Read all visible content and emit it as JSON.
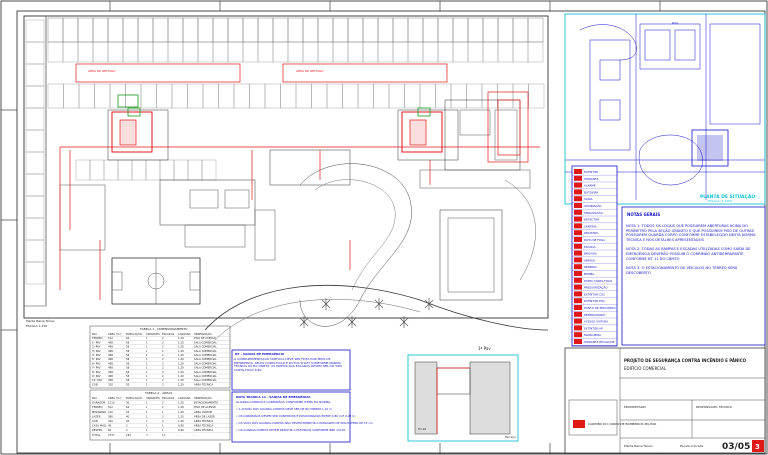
{
  "colors": {
    "line": "#4a4a4a",
    "fire": "#e01818",
    "blue": "#1414c8",
    "green": "#1a9a1a",
    "cyan": "#19c2d6"
  },
  "plan": {
    "scale_title": "Planta Baixa Térreo",
    "scale_value": "ESCALA 1:150",
    "area_label_left": "ÁREA DE REFÚGIO",
    "area_label_right": "ÁREA DE REFÚGIO"
  },
  "situation": {
    "title": "PLANTA DE SITUAÇÃO",
    "scale": "ESCALA: 1:1000",
    "street": "RUA"
  },
  "notes": {
    "title": "NOTAS GERAIS",
    "items": [
      "NOTA 1: TODOS OS LOCAIS QUE POSSUIREM ABERTURAS ACIMA DO PERÍMETRO PELA SEÇÃO GRANITO E QUE POSSUIREM PISO DE OUTRAS POSSUIREM GUARDA CORPO CONFORME ESTABELECIDO NESTA NORMA TÉCNICA E NOS DETALHES APRESENTADOS",
      "NOTA 2: TODAS AS RAMPAS E ESCADAS UTILIZADAS COMO SAÍDA DE EMERGÊNCIA DEVERÃO POSSUIR O CORRIMÃO ANTIDERRAPANTE CONFORME NT 11 DO CBMTO",
      "NOTA 3: O ESTACIONAMENTO DE VEÍCULOS NO TÉRREO SERÁ DESCOBERTO"
    ]
  },
  "legend": {
    "rows": [
      "EXTINTOR",
      "HIDRANTE",
      "ALARME",
      "BOTOEIRA",
      "SAÍDA",
      "ILUMINAÇÃO",
      "SINALIZAÇÃO",
      "DETECTOR",
      "CENTRAL",
      "REGISTRO",
      "ROTA DE FUGA",
      "ESCADA",
      "BRIGADA",
      "ABRIGO",
      "RESERVA",
      "BOMBA",
      "PORTA CORTA-FOGO",
      "PRESSURIZAÇÃO",
      "EXTINTOR CO2",
      "EXTINTOR PQS",
      "PONTO DE ENCONTRO",
      "RESERVATÓRIO",
      "ACESSO VIATURA",
      "EXTINTOR AP",
      "MANGUEIRA",
      "HIDRANTE RECALQUE"
    ]
  },
  "table1": {
    "title": "TABELA 1 - DIMENSIONAMENTO",
    "headers": [
      "PAV.",
      "ÁREA (m²)",
      "POPULAÇÃO",
      "UNIDADES",
      "ESCADAS",
      "LARGURA",
      "OBSERVAÇÃO"
    ],
    "rows": [
      [
        "TÉRREO",
        "512",
        "62",
        "1",
        "2",
        "1,20",
        "PISO DE ACESSO"
      ],
      [
        "1º PAV",
        "498",
        "58",
        "1",
        "2",
        "1,20",
        "SALA COMERCIAL"
      ],
      [
        "2º PAV",
        "498",
        "58",
        "1",
        "2",
        "1,20",
        "SALA COMERCIAL"
      ],
      [
        "3º PAV",
        "498",
        "58",
        "1",
        "2",
        "1,20",
        "SALA COMERCIAL"
      ],
      [
        "4º PAV",
        "498",
        "58",
        "1",
        "2",
        "1,20",
        "SALA COMERCIAL"
      ],
      [
        "5º PAV",
        "498",
        "58",
        "1",
        "2",
        "1,20",
        "SALA COMERCIAL"
      ],
      [
        "6º PAV",
        "498",
        "58",
        "1",
        "2",
        "1,20",
        "SALA COMERCIAL"
      ],
      [
        "7º PAV",
        "498",
        "58",
        "1",
        "2",
        "1,20",
        "SALA COMERCIAL"
      ],
      [
        "8º PAV",
        "498",
        "58",
        "1",
        "2",
        "1,20",
        "SALA COMERCIAL"
      ],
      [
        "9º PAV",
        "498",
        "58",
        "1",
        "2",
        "1,20",
        "SALA COMERCIAL"
      ],
      [
        "10º PAV",
        "498",
        "58",
        "1",
        "2",
        "1,20",
        "SALA COMERCIAL"
      ],
      [
        "COB.",
        "320",
        "20",
        "1",
        "2",
        "1,20",
        "ÁREA TÉCNICA"
      ]
    ]
  },
  "table2": {
    "title": "TABELA 2 - ÁREAS",
    "headers": [
      "PAV.",
      "ÁREA (m²)",
      "POPULAÇÃO",
      "UNIDADES",
      "ESCADAS",
      "LARGURA",
      "OBSERVAÇÃO"
    ],
    "rows": [
      [
        "GARAGEM",
        "1210",
        "30",
        "1",
        "2",
        "1,20",
        "ESTACIONAMENTO"
      ],
      [
        "TÉRREO",
        "512",
        "62",
        "1",
        "2",
        "1,20",
        "PISO DE ACESSO"
      ],
      [
        "MEZANINO",
        "210",
        "25",
        "1",
        "1",
        "1,20",
        "ÁREA COMUM"
      ],
      [
        "LAZER",
        "380",
        "40",
        "1",
        "2",
        "1,20",
        "ÁREA DE LAZER"
      ],
      [
        "COB.",
        "320",
        "20",
        "1",
        "2",
        "1,20",
        "ÁREA TÉCNICA"
      ],
      [
        "CASA MÁQ.",
        "45",
        "2",
        "1",
        "1",
        "0,90",
        "ÁREA TÉCNICA"
      ],
      [
        "RESERV.",
        "60",
        "2",
        "1",
        "1",
        "0,90",
        "ÁREA TÉCNICA"
      ],
      [
        "TOTAL",
        "2737",
        "181",
        "7",
        "11",
        "-",
        "-"
      ]
    ]
  },
  "box_nt": {
    "title": "NT - SAÍDAS DE EMERGÊNCIA",
    "text": "A COMPARTIMENTAÇÃO VERTICAL DEVE SER FEITA POR MEIO DE ENTREPISOS, SELOS CORTA-FOGO E DUTOS SHAFT CONFORME NORMA TÉCNICA 09 DO CBMTO. AS PORTAS DAS ESCADAS DEVEM SER DO TIPO CORTA-FOGO P-90."
  },
  "box_nt2": {
    "title": "NOTA TÉCNICA 11 - SAÍDAS DE EMERGÊNCIA",
    "subtitle": "GUARDA-CORPOS E CORRIMÃOS CONFORME ITENS DA NORMA",
    "items": [
      "A ALTURA DOS GUARDA-CORPOS DEVE SER DE NO MÍNIMO 1,10 m",
      "OS CORRIMÃOS DEVEM SER CONTÍNUOS E POSICIONADOS ENTRE 0,80 m E 0,92 m",
      "OS VÃOS DOS GUARDA-CORPOS NÃO DEVEM PERMITIR A PASSAGEM DE UMA ESFERA DE 15 cm",
      "OS GUARDA-CORPOS DEVEM RESISTIR A ESFORÇOS CONFORME NBR 14718"
    ]
  },
  "detail": {
    "title": "1ª Pav",
    "label": "Terraço",
    "label2": "P=10"
  },
  "title_block": {
    "project": "PROJETO DE SEGURANÇA CONTRA INCÊNDIO E PÂNICO",
    "subject": "EDIFÍCIO COMERCIAL",
    "owner": "PROPRIETÁRIO",
    "author": "RESPONSÁVEL TÉCNICO",
    "sheet": "03/05",
    "sheet_num": "3",
    "footer_left": "Planta Baixa Térreo",
    "footer_right": "Escala indicada"
  },
  "stamp": {
    "text": "CARIMBO DO CORPO DE BOMBEIROS MILITAR"
  }
}
